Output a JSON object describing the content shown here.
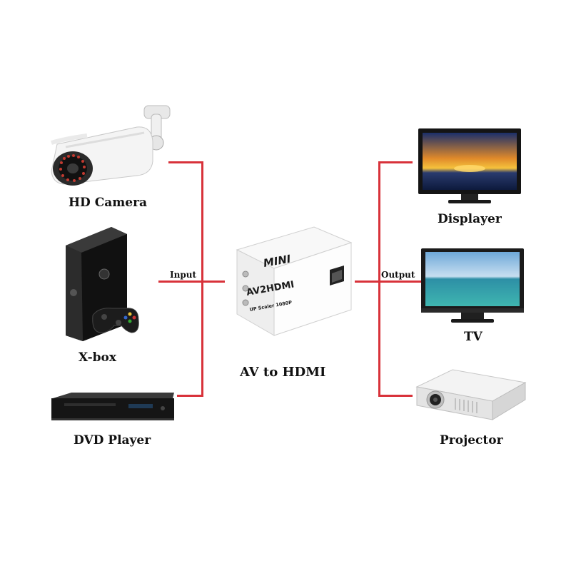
{
  "inputs": {
    "camera_label": "HD Camera",
    "xbox_label": "X-box",
    "dvd_label": "DVD Player",
    "connector_label": "Input"
  },
  "center": {
    "device_brand": "MINI",
    "device_model": "AV2HDMI",
    "device_subtitle": "UP Scaler 1080P",
    "caption": "AV to HDMI"
  },
  "outputs": {
    "displayer_label": "Displayer",
    "tv_label": "TV",
    "projector_label": "Projector",
    "connector_label": "Output"
  },
  "colors": {
    "connector_line": "#d8323a"
  }
}
